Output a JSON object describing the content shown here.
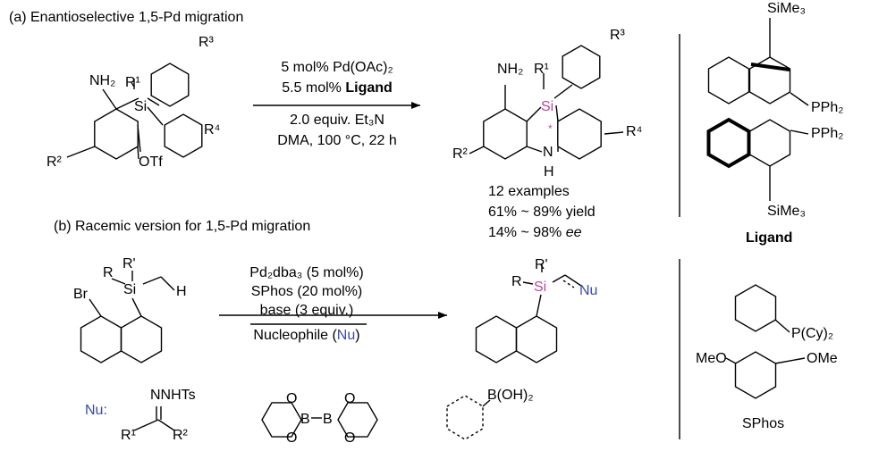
{
  "colors": {
    "silicon": "#c0449a",
    "nucleophile": "#3a4aa8"
  },
  "section_a": {
    "title": "(a) Enantioselective 1,5-Pd migration",
    "reactant": {
      "nh2": "NH₂",
      "r1": "R¹",
      "r3": "R³",
      "si": "Si",
      "r4": "R⁴",
      "r2": "R²",
      "otf": "OTf"
    },
    "conditions": {
      "line1": "5 mol% Pd(OAc)₂",
      "line2_pre": "5.5 mol% ",
      "line2_bold": "Ligand",
      "line3": "2.0 equiv. Et₃N",
      "line4": "DMA, 100 °C, 22 h"
    },
    "product": {
      "nh2": "NH₂",
      "r1": "R¹",
      "si": "Si",
      "r3": "R³",
      "r4": "R⁴",
      "r2": "R²",
      "n": "N",
      "h": "H",
      "star": "*"
    },
    "results": {
      "examples": "12 examples",
      "yield": "61% ~ 89% yield",
      "ee_pre": "14% ~ 98% ",
      "ee_ital": "ee"
    },
    "ligand": {
      "sime3_top": "SiMe₃",
      "pph2_1": "PPh₂",
      "pph2_2": "PPh₂",
      "sime3_bottom": "SiMe₃",
      "label": "Ligand"
    }
  },
  "section_b": {
    "title": "(b) Racemic version for 1,5-Pd migration",
    "reactant": {
      "br": "Br",
      "r": "R",
      "rp": "R'",
      "si": "Si",
      "h": "H"
    },
    "conditions": {
      "line1": "Pd₂dba₃ (5 mol%)",
      "line2": "SPhos (20 mol%)",
      "line3": "base (3 equiv.)",
      "line4_pre": "Nucleophile (",
      "line4_nu": "Nu",
      "line4_post": ")"
    },
    "product": {
      "r": "R",
      "rp": "R'",
      "si": "Si",
      "nu": "Nu"
    },
    "nucleophiles": {
      "label": "Nu:",
      "hydrazone": "NNHTs",
      "r1": "R¹",
      "r2": "R²",
      "boronic": "B(OH)₂",
      "o": "O",
      "b": "B"
    },
    "sphos": {
      "pcy2": "P(Cy)₂",
      "meo": "MeO",
      "ome": "OMe",
      "label": "SPhos"
    }
  }
}
